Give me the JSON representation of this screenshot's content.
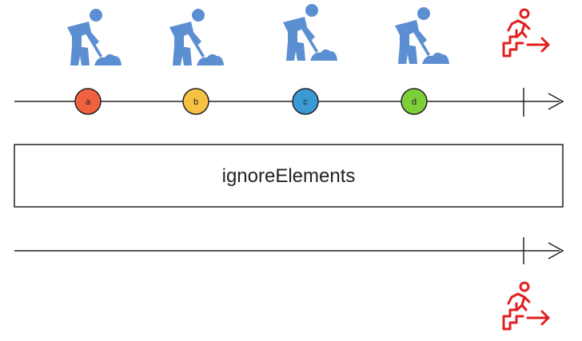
{
  "operator": {
    "name": "ignoreElements"
  },
  "source": {
    "items": [
      {
        "label": "a",
        "color": "#f0623f",
        "icon": "worker-digging-icon"
      },
      {
        "label": "b",
        "color": "#f6c243",
        "icon": "worker-digging-icon"
      },
      {
        "label": "c",
        "color": "#3a9ad4",
        "icon": "worker-digging-icon"
      },
      {
        "label": "d",
        "color": "#7ccf39",
        "icon": "worker-digging-icon"
      }
    ],
    "completion_icon": "exit-running-stairs-icon"
  },
  "result": {
    "completion_icon": "exit-running-stairs-icon"
  },
  "colors": {
    "worker_icon": "#5b8fd1",
    "exit_icon": "#e02020",
    "line": "#222222"
  }
}
